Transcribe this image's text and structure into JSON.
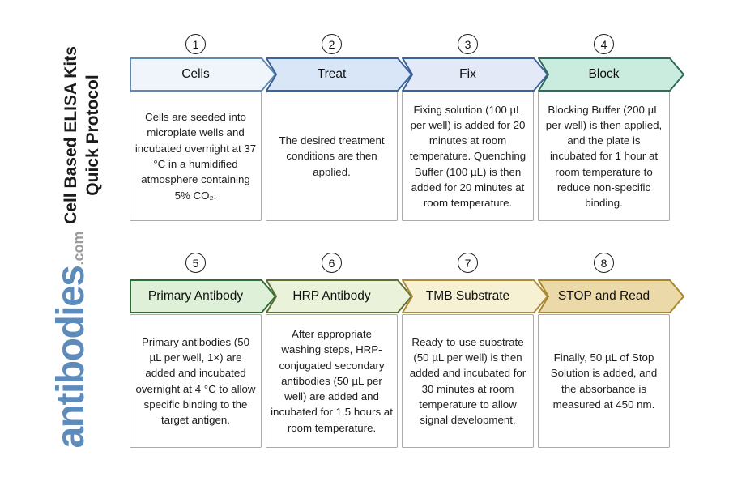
{
  "sidebar": {
    "title_line1": "Cell Based ELISA Kits",
    "title_line2": "Quick Protocol",
    "brand": "antibodies",
    "brand_suffix": ".com",
    "brand_color": "#5d8cbc",
    "brand_suffix_color": "#9b9b9b"
  },
  "steps": [
    {
      "number": "1",
      "label": "Cells",
      "fill": "#eff5fb",
      "stroke": "#6289ad",
      "description": "Cells are seeded into microplate wells and incubated overnight at 37 °C in a humidified atmosphere containing 5% CO₂."
    },
    {
      "number": "2",
      "label": "Treat",
      "fill": "#d9e6f8",
      "stroke": "#3a629b",
      "description": "The desired treatment conditions are then applied."
    },
    {
      "number": "3",
      "label": "Fix",
      "fill": "#e4e9f8",
      "stroke": "#3a629b",
      "description": "Fixing solution (100 µL per well) is added for 20 minutes at room temperature. Quenching Buffer (100 µL) is then added for 20 minutes at room temperature."
    },
    {
      "number": "4",
      "label": "Block",
      "fill": "#caecdf",
      "stroke": "#2f6a5e",
      "description": "Blocking Buffer (200 µL per well) is then applied, and the plate is incubated for 1 hour at room temperature to reduce non-specific binding."
    },
    {
      "number": "5",
      "label": "Primary Antibody",
      "fill": "#def0d8",
      "stroke": "#2e6b35",
      "description": "Primary antibodies (50 µL per well, 1×) are added and incubated overnight at 4 °C to allow specific binding to the target antigen."
    },
    {
      "number": "6",
      "label": "HRP Antibody",
      "fill": "#eaf2da",
      "stroke": "#5d7034",
      "description": "After appropriate washing steps, HRP-conjugated secondary antibodies (50 µL per well) are added and incubated for 1.5 hours at room temperature."
    },
    {
      "number": "7",
      "label": "TMB Substrate",
      "fill": "#f6f1d3",
      "stroke": "#ad8d3c",
      "description": "Ready-to-use substrate (50 µL per well) is then added and incubated for 30 minutes at room temperature to allow signal development."
    },
    {
      "number": "8",
      "label": "STOP and Read",
      "fill": "#ebd9a9",
      "stroke": "#a9852e",
      "description": "Finally, 50 µL of Stop Solution is added, and the absorbance is measured at 450 nm."
    }
  ]
}
